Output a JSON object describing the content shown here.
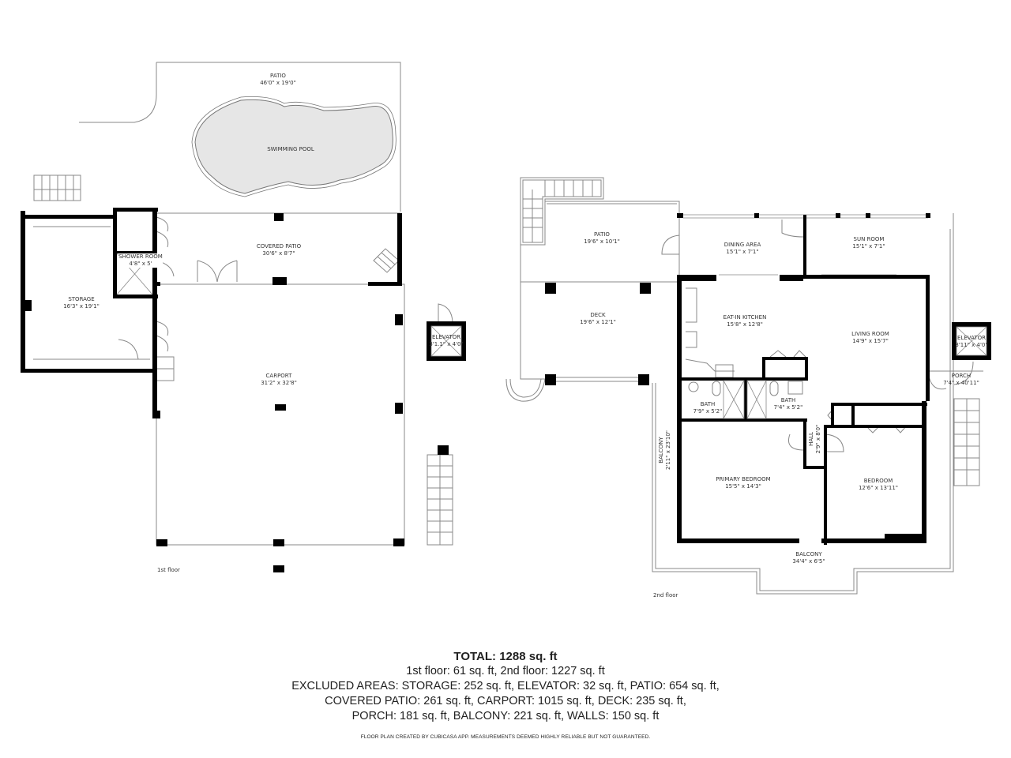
{
  "floors": [
    {
      "label": "1st floor",
      "rooms": [
        {
          "name": "PATIO",
          "dims": "46'0\" x 19'0\""
        },
        {
          "name": "SWIMMING POOL",
          "dims": ""
        },
        {
          "name": "COVERED PATIO",
          "dims": "30'6\" x 8'7\""
        },
        {
          "name": "SHOWER ROOM",
          "dims": "4'8\" x 5'"
        },
        {
          "name": "STORAGE",
          "dims": "16'3\" x 19'1\""
        },
        {
          "name": "ELEVATOR",
          "dims": "3'1.1\" x 4'0\""
        },
        {
          "name": "CARPORT",
          "dims": "31'2\" x 32'8\""
        }
      ]
    },
    {
      "label": "2nd floor",
      "rooms": [
        {
          "name": "PATIO",
          "dims": "19'6\" x 10'1\""
        },
        {
          "name": "DINING AREA",
          "dims": "15'1\" x 7'1\""
        },
        {
          "name": "SUN ROOM",
          "dims": "15'1\" x 7'1\""
        },
        {
          "name": "DECK",
          "dims": "19'6\" x 12'1\""
        },
        {
          "name": "EAT-IN KITCHEN",
          "dims": "15'8\" x 12'8\""
        },
        {
          "name": "LIVING ROOM",
          "dims": "14'9\" x 15'7\""
        },
        {
          "name": "ELEVATOR",
          "dims": "3'11\" x 4'0\""
        },
        {
          "name": "PORCH",
          "dims": "7'4\" x 40'11\""
        },
        {
          "name": "BATH",
          "dims": "7'9\" x 5'2\""
        },
        {
          "name": "BATH",
          "dims": "7'4\" x 5'2\""
        },
        {
          "name": "HALL",
          "dims": "2'9\" x 8'0\""
        },
        {
          "name": "BALCONY",
          "dims": "2'11\" x 23'10\""
        },
        {
          "name": "PRIMARY BEDROOM",
          "dims": "15'5\" x 14'3\""
        },
        {
          "name": "BEDROOM",
          "dims": "12'6\" x 13'11\""
        },
        {
          "name": "BALCONY",
          "dims": "34'4\" x 6'5\""
        }
      ]
    }
  ],
  "summary": {
    "total": "TOTAL: 1288 sq. ft",
    "floors_line": "1st floor: 61 sq. ft, 2nd floor: 1227 sq. ft",
    "excluded_line1": "EXCLUDED AREAS: STORAGE: 252 sq. ft, ELEVATOR: 32 sq. ft, PATIO: 654 sq. ft,",
    "excluded_line2": "COVERED PATIO: 261 sq. ft, CARPORT: 1015 sq. ft, DECK: 235 sq. ft,",
    "excluded_line3": "PORCH: 181 sq. ft, BALCONY: 221 sq. ft, WALLS: 150 sq. ft",
    "disclaimer": "FLOOR PLAN CREATED BY CUBICASA APP. MEASUREMENTS DEEMED HIGHLY RELIABLE BUT NOT GUARANTEED."
  },
  "colors": {
    "wall": "#000000",
    "thin_line": "#888888",
    "pool_fill": "#e6e6e6",
    "text": "#333333"
  }
}
